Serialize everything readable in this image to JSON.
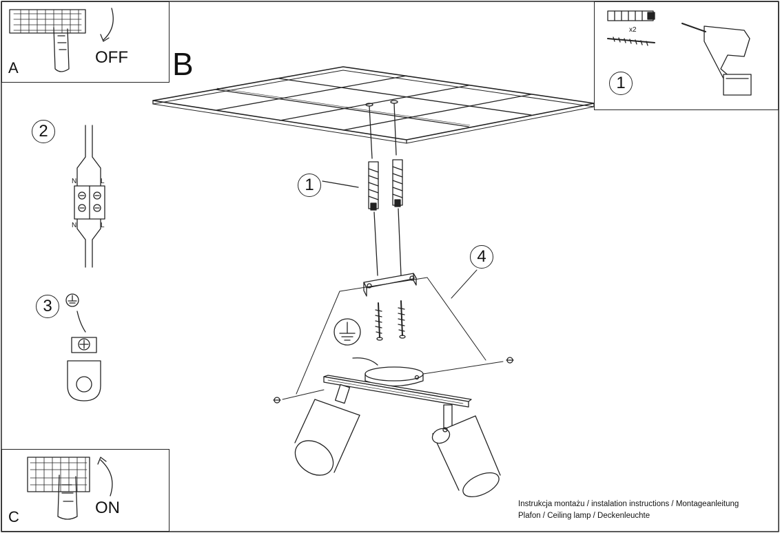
{
  "panels": {
    "a": {
      "letter": "A",
      "action": "OFF"
    },
    "b": {
      "letter": "B"
    },
    "c": {
      "letter": "C",
      "action": "ON"
    }
  },
  "steps": {
    "drill_step": "1",
    "dowel_step": "1",
    "connector_step": "2",
    "ground_step": "3",
    "lamp_step": "4"
  },
  "parts": {
    "dowel_quantity": "x2",
    "terminal_n_top": "N",
    "terminal_l_top": "L",
    "terminal_n_bottom": "N",
    "terminal_l_bottom": "L"
  },
  "footer": {
    "line1": "Instrukcja montażu / instalation instructions / Montageanleitung",
    "line2": "Plafon / Ceiling lamp / Deckenleuchte"
  },
  "icons": [
    "switch-off-icon",
    "switch-on-icon",
    "drill-icon",
    "ground-symbol-icon",
    "terminal-connector-icon",
    "screw-icon",
    "wall-plug-icon"
  ]
}
